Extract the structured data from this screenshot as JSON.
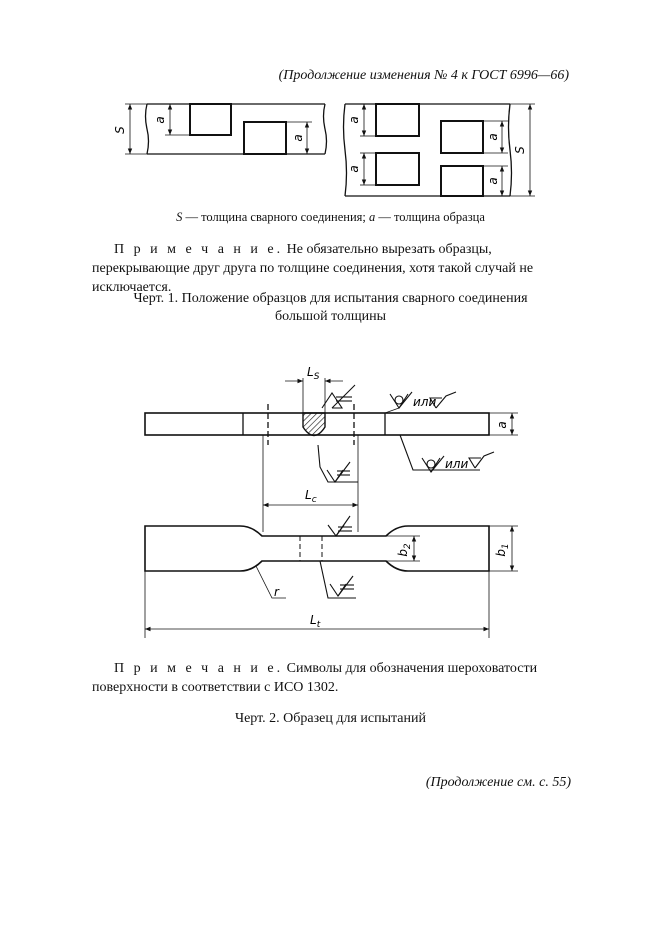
{
  "header": {
    "text": "(Продолжение изменения № 4 к ГОСТ 6996—66)"
  },
  "figure1": {
    "label_s": "S",
    "label_a": "a",
    "legend_s": "S",
    "legend_s_text": " — толщина сварного соединения; ",
    "legend_a": "a",
    "legend_a_text": " — толщина образца"
  },
  "note1": {
    "prefix": "П р и м е ч а н и е.",
    "text": " Не обязательно вырезать образцы, перекрывающие друг друга по толщине соединения, хотя такой случай не исключается."
  },
  "caption1": {
    "line1": "Черт. 1. Положение образцов для испытания сварного соединения",
    "line2": "большой толщины"
  },
  "figure2": {
    "label_ls": "L",
    "label_ls_sub": "S",
    "label_lc": "L",
    "label_lc_sub": "c",
    "label_lt": "L",
    "label_lt_sub": "t",
    "label_a": "a",
    "label_b1": "b",
    "label_b1_sub": "1",
    "label_b2": "b",
    "label_b2_sub": "2",
    "label_r": "r",
    "label_ili_top": "или",
    "label_ili_mid": "или"
  },
  "note2": {
    "prefix": "П р и м е ч а н и е.",
    "text": " Символы для обозначения шероховатости поверхности в соответствии с ИСО 1302."
  },
  "caption2": {
    "text": "Черт. 2. Образец для испытаний"
  },
  "footer": {
    "text": "(Продолжение см. с. 55)"
  }
}
